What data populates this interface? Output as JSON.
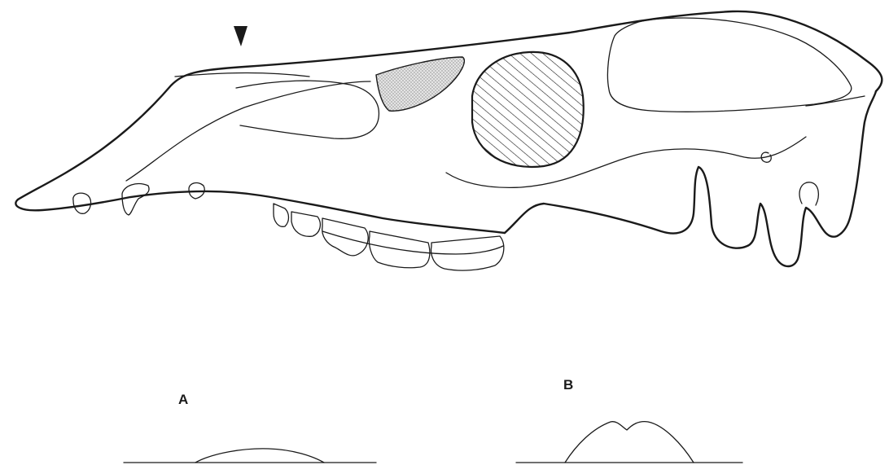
{
  "figure": {
    "panels": [
      {
        "id": "a",
        "label": "A"
      },
      {
        "id": "b",
        "label": "B"
      }
    ],
    "colors": {
      "stroke": "#1a1a1a",
      "fenestra_fill": "#c8c8c8",
      "background": "#ffffff"
    }
  }
}
